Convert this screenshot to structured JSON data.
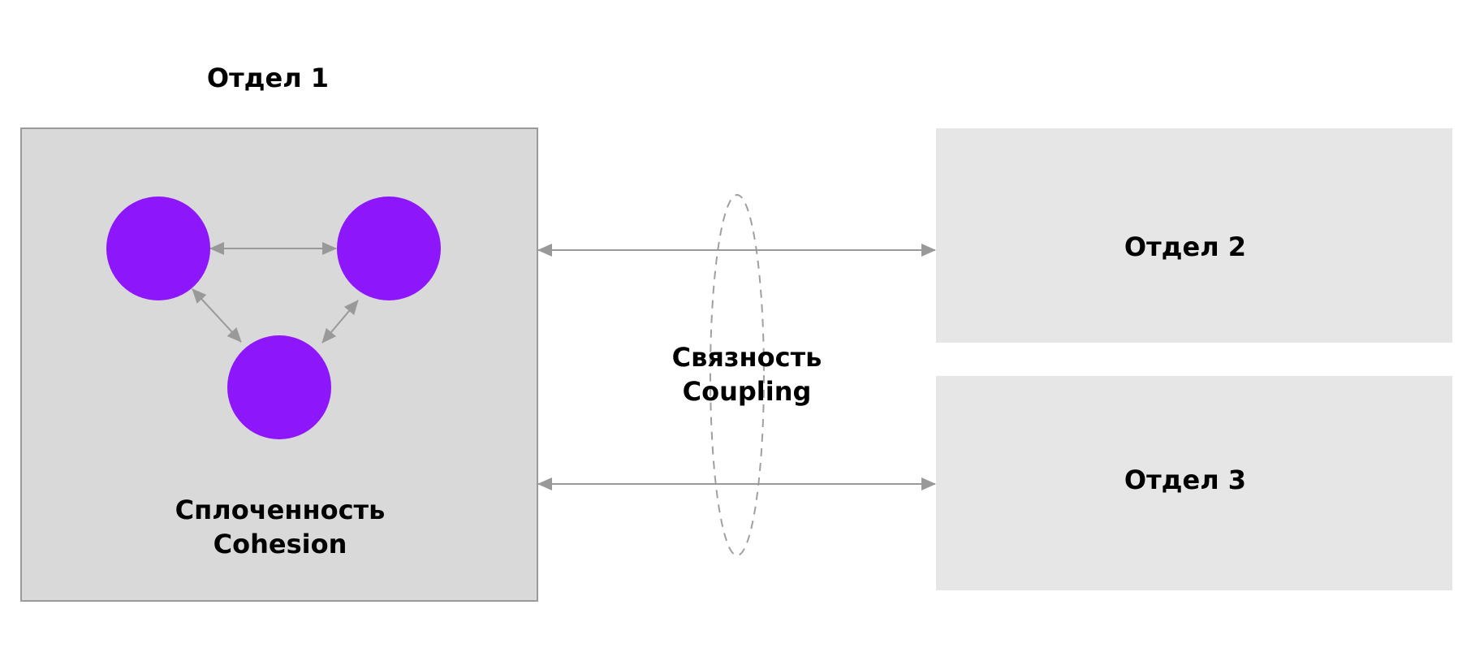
{
  "diagram": {
    "department_1": {
      "title": "Отдел 1"
    },
    "department_2": {
      "label": "Отдел 2"
    },
    "department_3": {
      "label": "Отдел 3"
    },
    "cohesion": {
      "line1": "Сплоченность",
      "line2": "Cohesion"
    },
    "coupling": {
      "line1": "Связность",
      "line2": "Coupling"
    }
  },
  "colors": {
    "node_fill": "#8E16FB",
    "dept1_fill": "#D9D9D9",
    "dept1_border": "#9A9A9A",
    "other_dept_fill": "#E6E6E6",
    "arrow": "#999999",
    "ellipse_stroke": "#A0A0A0"
  }
}
